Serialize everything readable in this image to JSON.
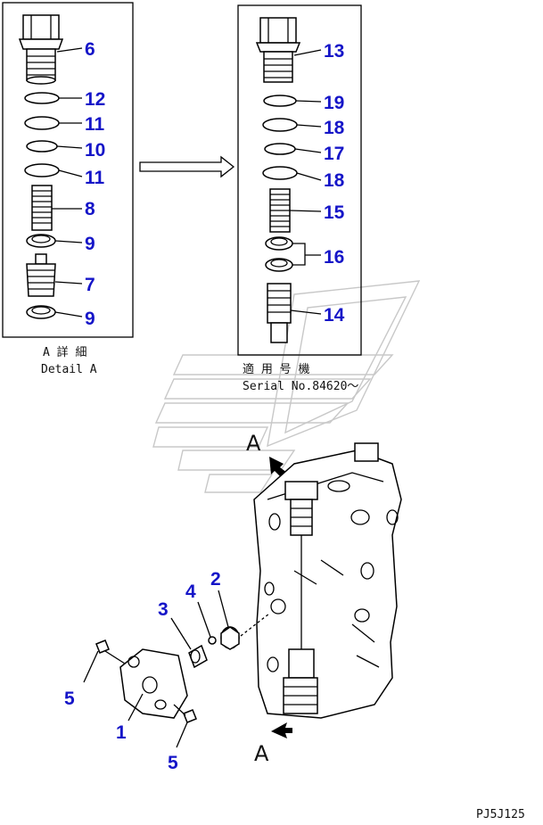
{
  "detail_caption": {
    "jp": "A 詳 細",
    "en": "Detail A"
  },
  "serial_caption": {
    "jp": "適 用 号 機",
    "en": "Serial No.84620～"
  },
  "view_letter_top": "A",
  "view_letter_bottom": "A",
  "drawing_code": "PJ5J125",
  "label_color": "#1515c8",
  "left_detail_labels": [
    "6",
    "12",
    "11",
    "10",
    "11",
    "8",
    "9",
    "7",
    "9"
  ],
  "right_detail_labels": [
    "13",
    "19",
    "18",
    "17",
    "18",
    "15",
    "16",
    "14"
  ],
  "main_labels": [
    "2",
    "4",
    "3",
    "5",
    "1",
    "5"
  ]
}
